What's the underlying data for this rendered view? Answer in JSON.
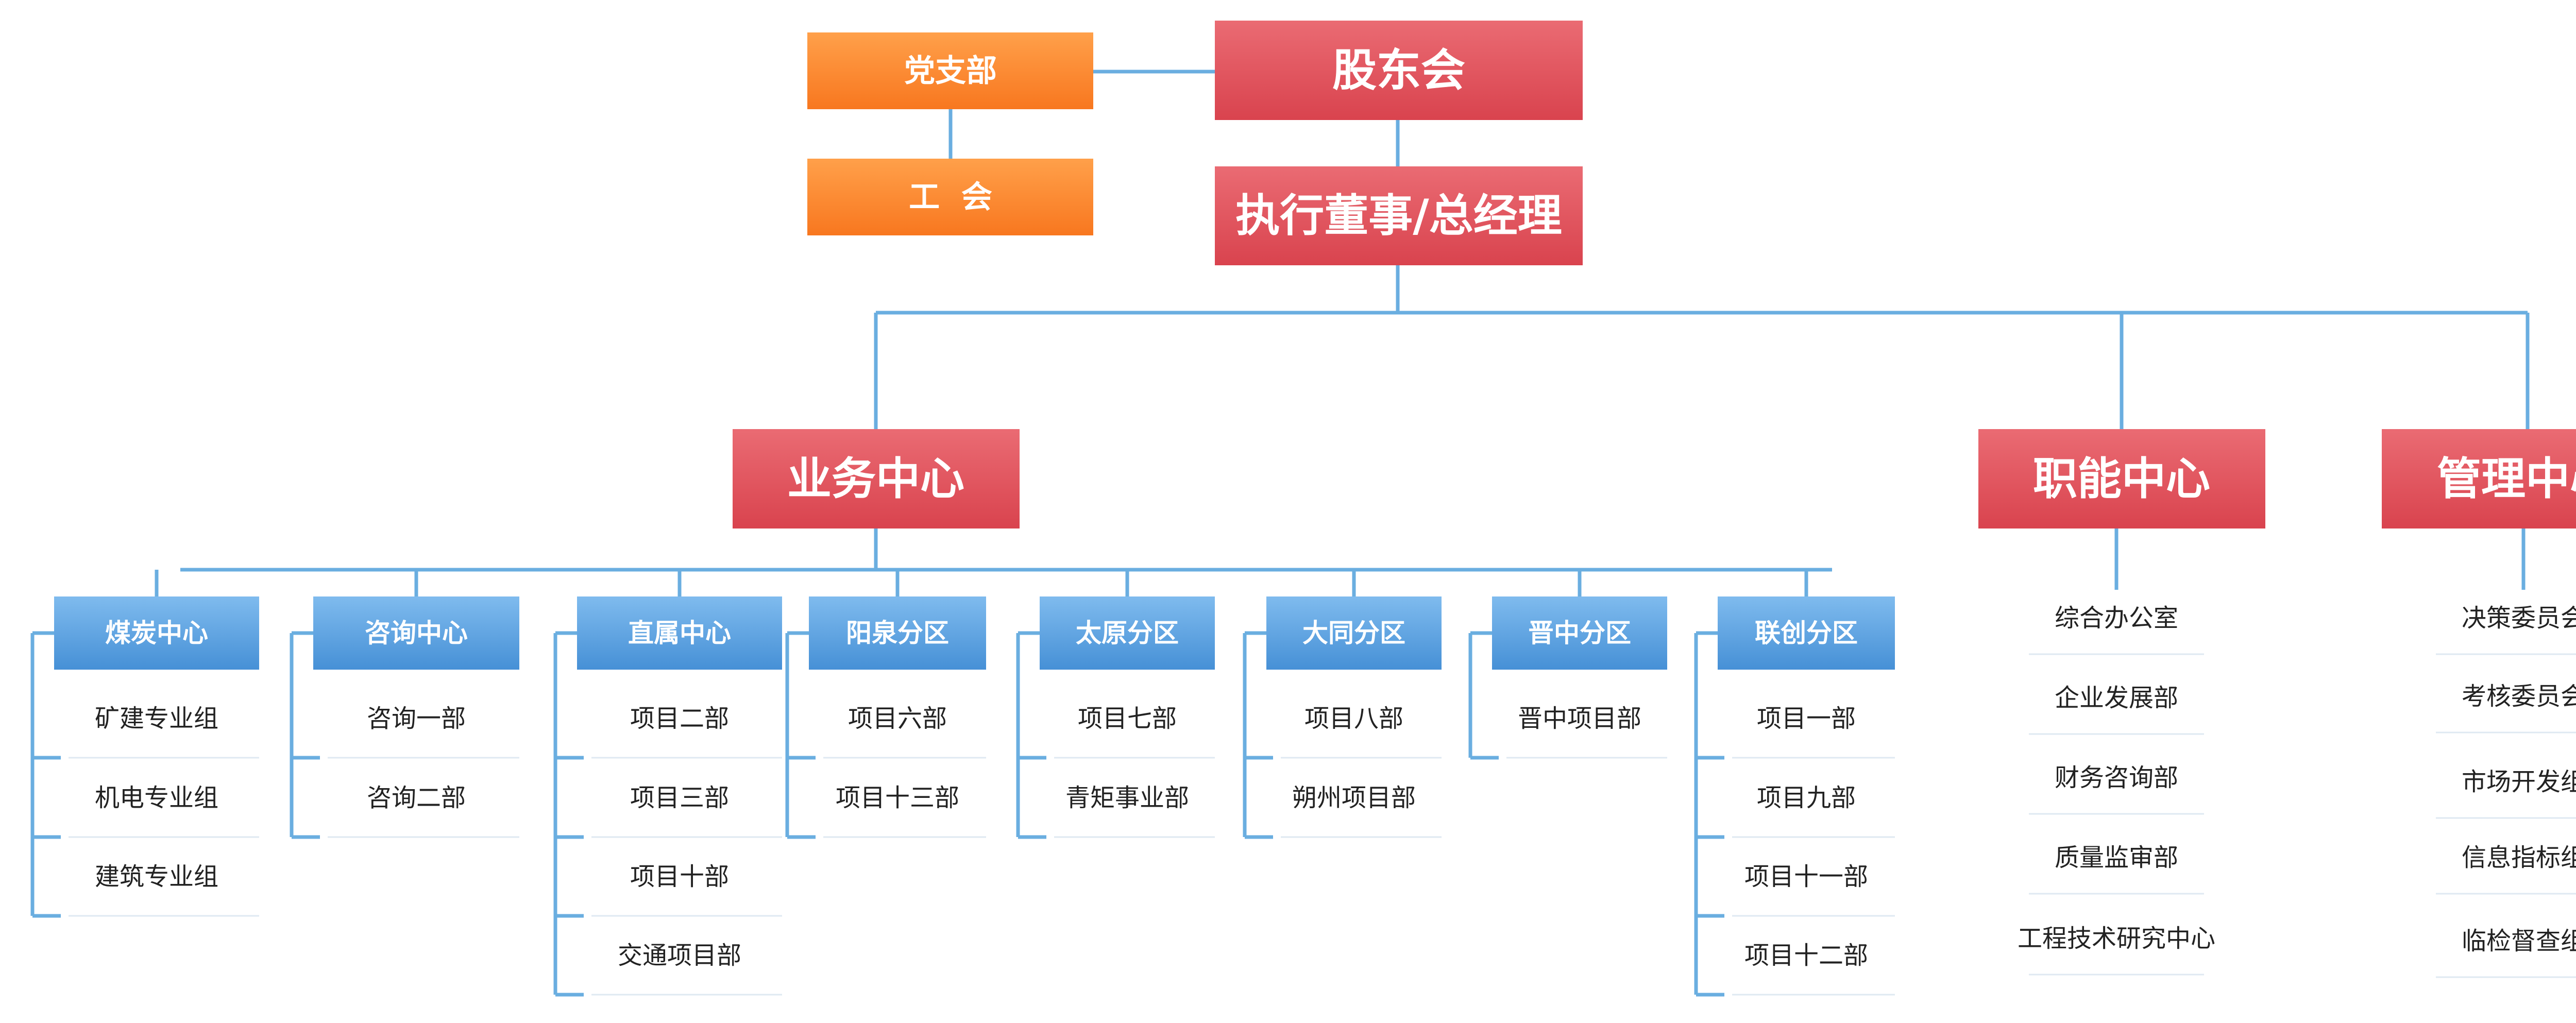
{
  "shareholders": "股东会",
  "party_branch": "党支部",
  "union": "工  会",
  "executive": "执行董事/总经理",
  "centers": {
    "business": "业务中心",
    "functional": "职能中心",
    "management": "管理中心"
  },
  "business_units": [
    {
      "name": "煤炭中心",
      "items": [
        "矿建专业组",
        "机电专业组",
        "建筑专业组"
      ]
    },
    {
      "name": "咨询中心",
      "items": [
        "咨询一部",
        "咨询二部"
      ]
    },
    {
      "name": "直属中心",
      "items": [
        "项目二部",
        "项目三部",
        "项目十部",
        "交通项目部"
      ]
    },
    {
      "name": "阳泉分区",
      "items": [
        "项目六部",
        "项目十三部"
      ]
    },
    {
      "name": "太原分区",
      "items": [
        "项目七部",
        "青矩事业部"
      ]
    },
    {
      "name": "大同分区",
      "items": [
        "项目八部",
        "朔州项目部"
      ]
    },
    {
      "name": "晋中分区",
      "items": [
        "晋中项目部"
      ]
    },
    {
      "name": "联创分区",
      "items": [
        "项目一部",
        "项目九部",
        "项目十一部",
        "项目十二部"
      ]
    }
  ],
  "functional_items": [
    "综合办公室",
    "企业发展部",
    "财务咨询部",
    "质量监审部",
    "工程技术研究中心"
  ],
  "management_items": [
    "决策委员会",
    "考核委员会",
    "市场开发组",
    "信息指标组",
    "临检督查组"
  ],
  "colors": {
    "red_top": "#ea6b73",
    "red_bottom": "#d9434e",
    "orange_top": "#ffa04a",
    "orange_bottom": "#f8771f",
    "blue_top": "#7fbbee",
    "blue_bottom": "#4690d6",
    "connector": "#6aaee0"
  }
}
